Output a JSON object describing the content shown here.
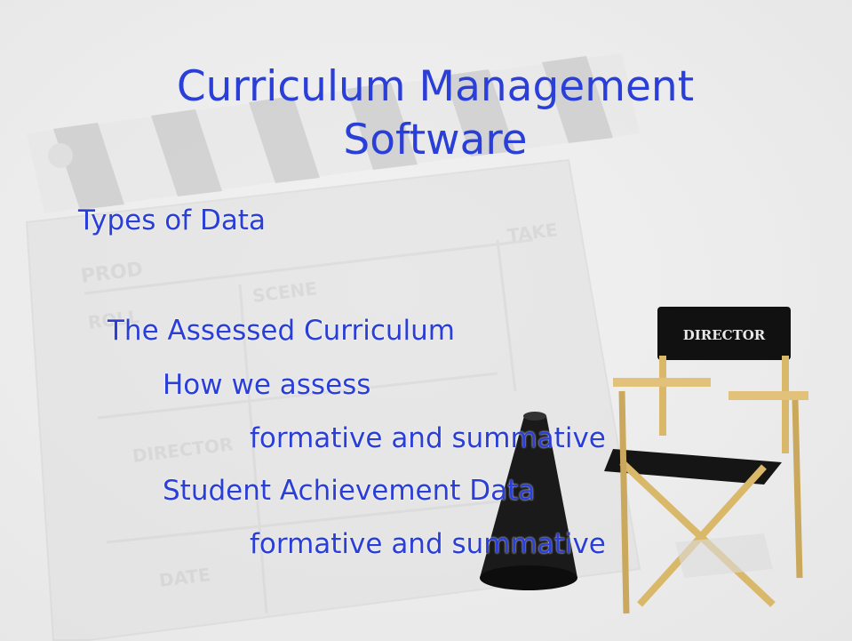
{
  "slide": {
    "title_line1": "Curriculum Management",
    "title_line2": "Software",
    "heading": "Types of Data",
    "items": [
      "The Assessed Curriculum",
      "How we assess",
      "formative and summative",
      "Student Achievement Data",
      "formative and summative"
    ]
  },
  "background": {
    "clapper_labels": [
      "PROD",
      "SCENE",
      "TAKE",
      "ROLL",
      "DIRECTOR",
      "DATE"
    ],
    "chair_label": "DIRECTOR"
  },
  "colors": {
    "text": "#2a3ed8",
    "background": "#eeeeee",
    "watermark": "#d8d8d8",
    "chair_wood": "#d9b86a",
    "megaphone": "#1a1a1a"
  }
}
